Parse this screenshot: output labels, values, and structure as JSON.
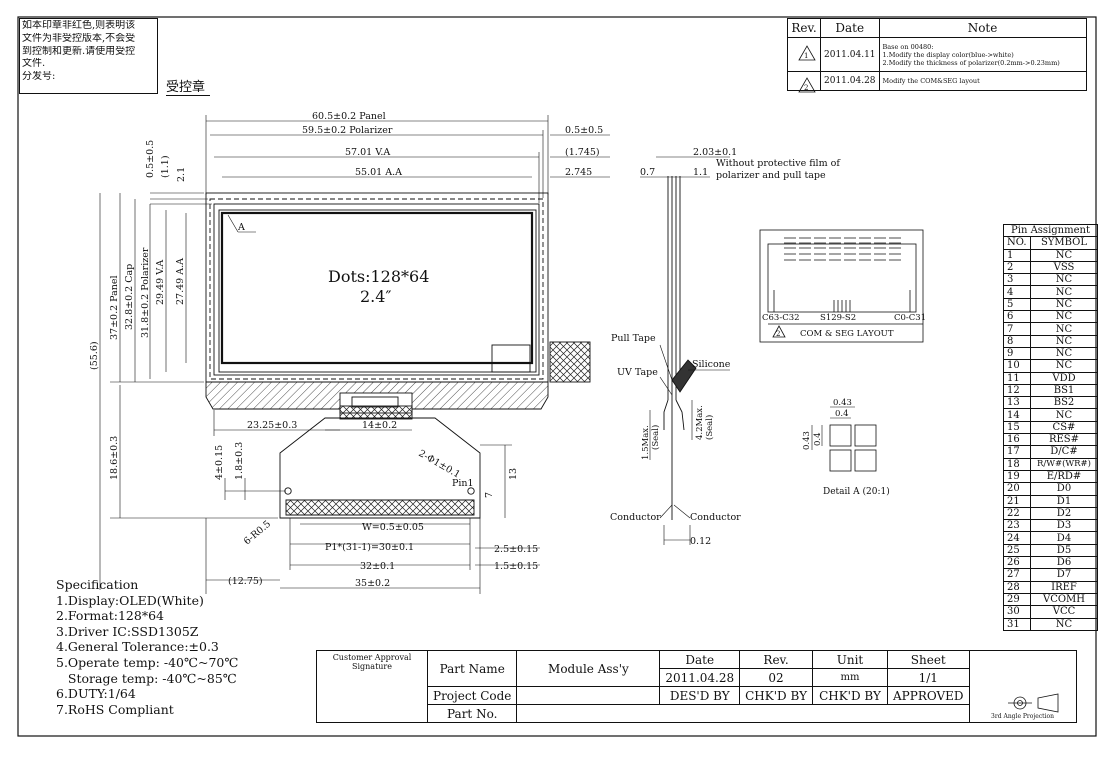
{
  "stamp": {
    "lines": [
      "如本印章非红色,则表明该",
      "文件为非受控版本,不会受",
      "到控制和更新.请使用受控",
      "文件.",
      "分发号:"
    ],
    "name": "受控章"
  },
  "revision": {
    "headers": [
      "Rev.",
      "Date",
      "Note"
    ],
    "rows": [
      {
        "rev": "1",
        "date": "2011.04.11",
        "note": [
          "Base on 00480:",
          "1.Modify the display color(blue->white)",
          "2.Modify the thickness of polarizer(0.2mm->0.23mm)"
        ]
      },
      {
        "rev": "2",
        "date": "2011.04.28",
        "note": [
          "Modify the COM&SEG layout"
        ]
      }
    ]
  },
  "drawing": {
    "dots": "Dots:128*64",
    "size": "2.4″",
    "dims": {
      "panel_w": "60.5±0.2 Panel",
      "pol_w": "59.5±0.2 Polarizer",
      "va_w": "57.01 V.A",
      "aa_w": "55.01 A.A",
      "r1": "0.5±0.5",
      "r2": "(1.745)",
      "r3": "2.745",
      "v1": "0.5±0.5",
      "v2": "(1.1)",
      "v3": "2.1",
      "panel_h": "37±0.2 Panel",
      "cap_h": "32.8±0.2 Cap",
      "pol_h": "31.8±0.2 Polarizer",
      "va_h": "29.49 V.A",
      "aa_h": "27.49 A.A",
      "total_h": "(55.6)",
      "fpc_h": "18.6±0.3",
      "a_mark": "A",
      "d1": "23.25±0.3",
      "d2": "14±0.2",
      "d3": "4±0.15",
      "d4": "1.8±0.3",
      "d5": "2-Φ1±0.1",
      "d6": "13",
      "d7": "7",
      "pin1": "Pin1",
      "d8": "6-R0.5",
      "w": "W=0.5±0.05",
      "p": "P1*(31-1)=30±0.1",
      "d9": "2.5±0.15",
      "d10": "32±0.1",
      "d11": "1.5±0.15",
      "d12": "(12.75)",
      "d13": "35±0.2"
    },
    "side": {
      "t1": "2.03±0.1",
      "t2": "0.7",
      "t3": "1.1",
      "note1": "Without  protective film of",
      "note2": "polarizer and pull tape",
      "pull": "Pull Tape",
      "uv": "UV Tape",
      "sil": "Silicone",
      "m1": "1.5Max.",
      "s1": "(Seal)",
      "m2": "4.2Max.",
      "s2": "(Seal)",
      "c1": "Conductor",
      "c2": "Conductor",
      "t4": "0.12"
    },
    "layout": {
      "l1": "C63-C32",
      "l2": "S129-S2",
      "l3": "C0-C31",
      "rev": "2",
      "caption": "COM & SEG LAYOUT"
    },
    "detail": {
      "a1": "0.43",
      "a2": "0.4",
      "b1": "0.43",
      "b2": "0.4",
      "caption": "Detail A (20:1)"
    }
  },
  "pins": {
    "title": "Pin Assignment",
    "headers": [
      "NO.",
      "SYMBOL"
    ],
    "rows": [
      [
        "1",
        "NC"
      ],
      [
        "2",
        "VSS"
      ],
      [
        "3",
        "NC"
      ],
      [
        "4",
        "NC"
      ],
      [
        "5",
        "NC"
      ],
      [
        "6",
        "NC"
      ],
      [
        "7",
        "NC"
      ],
      [
        "8",
        "NC"
      ],
      [
        "9",
        "NC"
      ],
      [
        "10",
        "NC"
      ],
      [
        "11",
        "VDD"
      ],
      [
        "12",
        "BS1"
      ],
      [
        "13",
        "BS2"
      ],
      [
        "14",
        "NC"
      ],
      [
        "15",
        "CS#"
      ],
      [
        "16",
        "RES#"
      ],
      [
        "17",
        "D/C#"
      ],
      [
        "18",
        "R/W#(WR#)"
      ],
      [
        "19",
        "E/RD#"
      ],
      [
        "20",
        "D0"
      ],
      [
        "21",
        "D1"
      ],
      [
        "22",
        "D2"
      ],
      [
        "23",
        "D3"
      ],
      [
        "24",
        "D4"
      ],
      [
        "25",
        "D5"
      ],
      [
        "26",
        "D6"
      ],
      [
        "27",
        "D7"
      ],
      [
        "28",
        "IREF"
      ],
      [
        "29",
        "VCOMH"
      ],
      [
        "30",
        "VCC"
      ],
      [
        "31",
        "NC"
      ]
    ]
  },
  "spec": {
    "title": "Specification",
    "lines": [
      "1.Display:OLED(White)",
      "2.Format:128*64",
      "3.Driver IC:SSD1305Z",
      "4.General Tolerance:±0.3",
      "5.Operate temp: -40℃~70℃",
      "   Storage temp: -40℃~85℃",
      "6.DUTY:1/64",
      "7.RoHS Compliant"
    ]
  },
  "title_block": {
    "approval": "Customer Approval Signature",
    "part_name_label": "Part Name",
    "part_name": "Module Ass'y",
    "project_label": "Project Code",
    "part_no_label": "Part No.",
    "headers": [
      "Date",
      "Rev.",
      "Unit",
      "Sheet"
    ],
    "values": [
      "2011.04.28",
      "02",
      "mm",
      "1/1"
    ],
    "signs": [
      "DES'D BY",
      "CHK'D BY",
      "CHK'D BY",
      "APPROVED"
    ],
    "projection": "3rd Angle Projection"
  }
}
